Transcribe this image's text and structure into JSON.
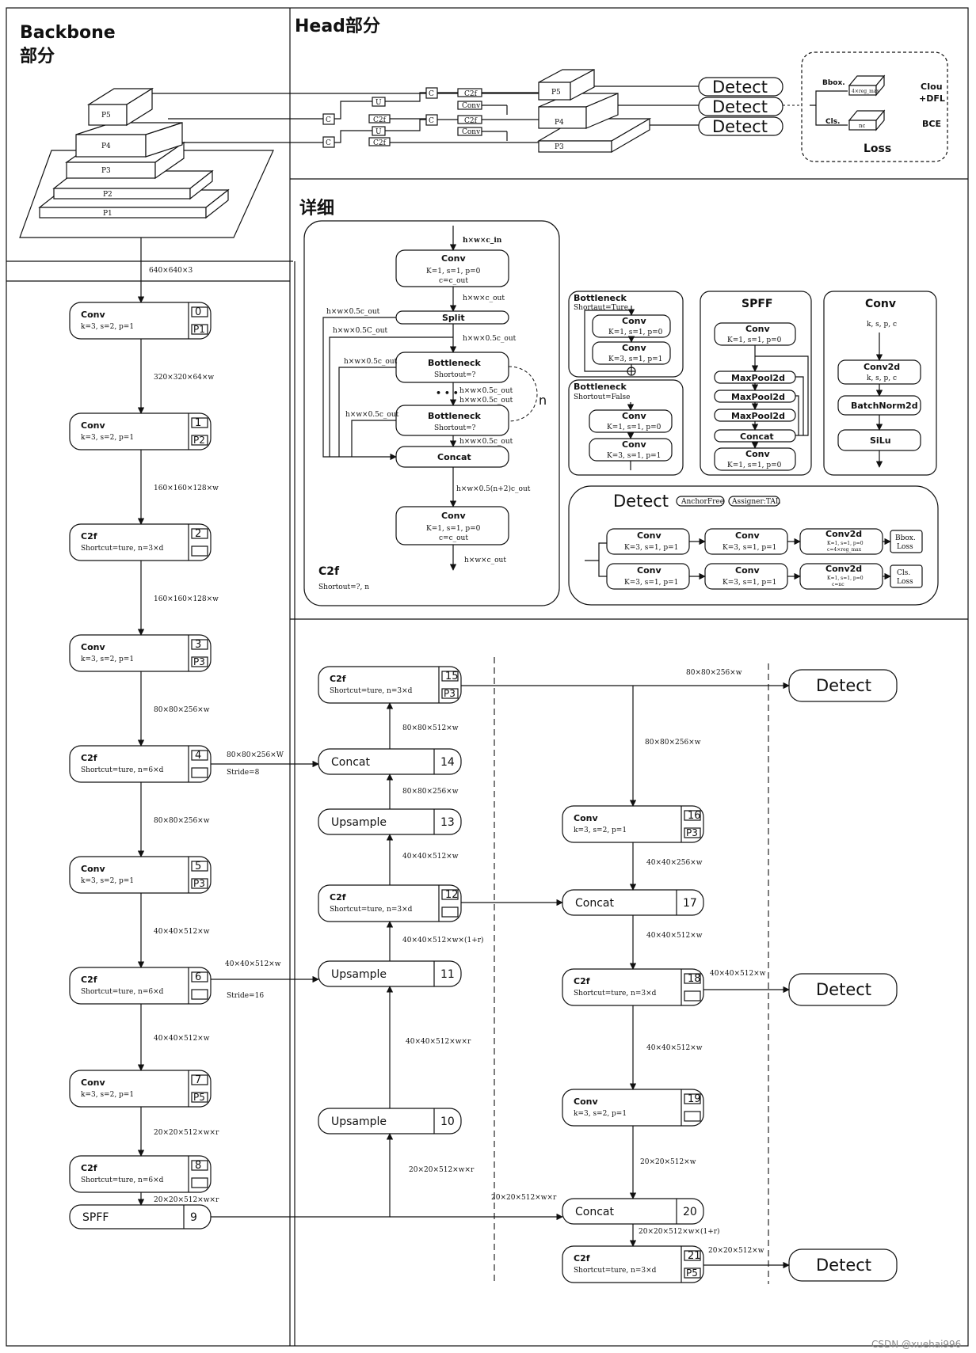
{
  "titles": {
    "backbone": "Backbone",
    "backbone2": "部分",
    "head": "Head部分",
    "detail": "详细"
  },
  "pyramid": {
    "levels": [
      "P5",
      "P4",
      "P3",
      "P2",
      "P1"
    ],
    "input_size": "640×640×3"
  },
  "head_overview": {
    "ops": {
      "C": "C",
      "U": "U",
      "C2f": "C2f",
      "Conv": "Conv"
    },
    "levels": [
      "P5",
      "P4",
      "P3"
    ],
    "detect": [
      "Detect",
      "Detect",
      "Detect"
    ],
    "loss": {
      "bbox": "Bbox.",
      "bbox_dim": "4×reg_max",
      "cls": "Cls.",
      "cls_dim": "nc",
      "ciou": "CIou",
      "dfl": "+DFL",
      "bce": "BCE",
      "title": "Loss"
    }
  },
  "backbone_blocks": [
    {
      "name": "Conv",
      "sub": "k=3, s=2, p=1",
      "idx": "0",
      "tag": "P1"
    },
    {
      "name": "Conv",
      "sub": "k=3, s=2, p=1",
      "idx": "1",
      "tag": "P2"
    },
    {
      "name": "C2f",
      "sub": "Shortcut=ture, n=3×d",
      "idx": "2",
      "tag": ""
    },
    {
      "name": "Conv",
      "sub": "k=3, s=2, p=1",
      "idx": "3",
      "tag": "P3"
    },
    {
      "name": "C2f",
      "sub": "Shortcut=ture, n=6×d",
      "idx": "4",
      "tag": ""
    },
    {
      "name": "Conv",
      "sub": "k=3, s=2, p=1",
      "idx": "5",
      "tag": "P3"
    },
    {
      "name": "C2f",
      "sub": "Shortcut=ture, n=6×d",
      "idx": "6",
      "tag": ""
    },
    {
      "name": "Conv",
      "sub": "k=3, s=2, p=1",
      "idx": "7",
      "tag": "P5"
    },
    {
      "name": "C2f",
      "sub": "Shortcut=ture, n=6×d",
      "idx": "8",
      "tag": ""
    }
  ],
  "spff_block": {
    "name": "SPFF",
    "idx": "9"
  },
  "backbone_labels": [
    "320×320×64×w",
    "160×160×128×w",
    "160×160×128×w",
    "80×80×256×w",
    "80×80×256×w",
    "40×40×512×w",
    "40×40×512×w",
    "20×20×512×w×r",
    "20×20×512×w×r"
  ],
  "side_labels": {
    "s4": "80×80×256×W",
    "stride8": "Stride=8",
    "s6": "40×40×512×w",
    "stride16": "Stride=16"
  },
  "c2f_detail": {
    "title": "C2f",
    "sub": "Shortout=?, n",
    "in": "h×w×c_in",
    "conv1": {
      "name": "Conv",
      "p1": "K=1, s=1, p=0",
      "p2": "c=c_out"
    },
    "split": "Split",
    "after_conv1": "h×w×c_out",
    "after_split": "h×w×0.5c_out",
    "left1": "h×w×0.5c_out",
    "left2": "h×w×0.5C_out",
    "left3": "h×w×0.5c_out",
    "left4": "h×w×0.5c_out",
    "bottleneck": "Bottleneck",
    "shortout": "Shortout=?",
    "mid1": "h×w×0.5c_out",
    "mid2": "h×w×0.5c_out",
    "after_b2": "h×w×0.5c_out",
    "n": "n",
    "concat": "Concat",
    "after_concat": "h×w×0.5(n+2)c_out",
    "conv2": {
      "name": "Conv",
      "p1": "K=1, s=1, p=0",
      "p2": "c=c_out"
    },
    "out": "h×w×c_out"
  },
  "bottleneck_true": {
    "title": "Bottleneck",
    "sub": "Shortaut=Ture",
    "c1": "Conv",
    "c1p": "K=1, s=1, p=0",
    "c2": "Conv",
    "c2p": "K=3, s=1, p=1"
  },
  "bottleneck_false": {
    "title": "Bottleneck",
    "sub": "Shortout=False",
    "c1": "Conv",
    "c1p": "K=1, s=1, p=0",
    "c2": "Conv",
    "c2p": "K=3, s=1, p=1"
  },
  "spff_detail": {
    "title": "SPFF",
    "c1": "Conv",
    "c1p": "K=1, s=1, p=0",
    "mp": "MaxPool2d",
    "concat": "Concat",
    "c2": "Conv",
    "c2p": "K=1, s=1, p=0"
  },
  "conv_detail": {
    "title": "Conv",
    "sub": "k, s, p, c",
    "conv2d": "Conv2d",
    "conv2d_p": "k, s, p, c",
    "bn": "BatchNorm2d",
    "act": "SiLu"
  },
  "detect_detail": {
    "title": "Detect",
    "tag1": "AnchorFree",
    "tag2": "Assigner:TAL",
    "conv": "Conv",
    "conv_p": "K=3, s=1, p=1",
    "conv2d": "Conv2d",
    "c2d_p1": "K=1, s=1, p=0",
    "c2d_p2": "c=4×reg_max",
    "c2d_p3": "c=nc",
    "bbox_loss": [
      "Bbox.",
      "Loss"
    ],
    "cls_loss": [
      "Cls.",
      "Loss"
    ]
  },
  "neck": {
    "b15": {
      "name": "C2f",
      "sub": "Shortcut=ture, n=3×d",
      "idx": "15",
      "tag": "P3"
    },
    "b14": {
      "name": "Concat",
      "idx": "14"
    },
    "b13": {
      "name": "Upsample",
      "idx": "13"
    },
    "b12": {
      "name": "C2f",
      "sub": "Shortcut=ture, n=3×d",
      "idx": "12",
      "tag": ""
    },
    "b11": {
      "name": "Upsample",
      "idx": "11"
    },
    "b10": {
      "name": "Upsample",
      "idx": "10"
    },
    "b16": {
      "name": "Conv",
      "sub": "k=3, s=2, p=1",
      "idx": "16",
      "tag": "P3"
    },
    "b17": {
      "name": "Concat",
      "idx": "17"
    },
    "b18": {
      "name": "C2f",
      "sub": "Shortcut=ture, n=3×d",
      "idx": "18",
      "tag": ""
    },
    "b19": {
      "name": "Conv",
      "sub": "k=3, s=2, p=1",
      "idx": "19",
      "tag": ""
    },
    "b20": {
      "name": "Concat",
      "idx": "20"
    },
    "b21": {
      "name": "C2f",
      "sub": "Shortcut=ture, n=3×d",
      "idx": "21",
      "tag": "P5"
    },
    "detect": "Detect",
    "labels": {
      "l14_15": "80×80×512×w",
      "l13_14": "80×80×256×w",
      "l12_13": "40×40×512×w",
      "l11_12": "40×40×512×w×(1+r)",
      "l10_11": "40×40×512×w×r",
      "l9_10": "20×20×512×w×r",
      "l15_det": "80×80×256×w",
      "l15_16": "80×80×256×w",
      "l16_17": "40×40×256×w",
      "l17_18": "40×40×512×w",
      "l18_det": "40×40×512×w",
      "l18_19": "40×40×512×w",
      "l19_20": "20×20×512×w",
      "l9_20": "20×20×512×w×r",
      "l20_21": "20×20×512×w×(1+r)",
      "l21_det": "20×20×512×w"
    }
  },
  "watermark": "CSDN @xuehai996"
}
